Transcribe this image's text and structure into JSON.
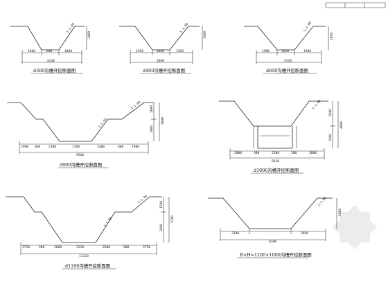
{
  "title_block": {
    "cell_1": "",
    "cell_2": "",
    "cell_3": ""
  },
  "sections": [
    {
      "id": "d300",
      "caption": "d300沟槽开挖断面图",
      "slope": "1:1.00",
      "depth": "1400",
      "bottom": "1800",
      "middle": "640",
      "right": "1800",
      "total": "4240"
    },
    {
      "id": "d400",
      "caption": "d400沟槽开挖断面图",
      "slope": "1:1.00",
      "depth": "1500",
      "bottom": "1920",
      "middle": "4880",
      "right": "1920",
      "total": "4880"
    },
    {
      "id": "d600",
      "caption": "d600沟槽开挖断面图",
      "slope": "1:1.00",
      "depth": "1950",
      "bottom": "1900",
      "middle": "1520",
      "right": "1900",
      "total": "5320"
    },
    {
      "id": "d800",
      "caption": "d800沟槽开挖断面图",
      "slope_upper": "1:1.00",
      "slope_lower": "1:1.50",
      "depth_upper": "1600",
      "depth_lower": "2000",
      "depth_total": "3600",
      "segments": [
        "1900",
        "800",
        "2300",
        "1760",
        "2400",
        "800",
        "1900"
      ],
      "total": "9560"
    },
    {
      "id": "d1000",
      "caption": "d1000沟槽开挖断面图",
      "slope": "1:1.00",
      "depth_upper": "2000",
      "depth_lower": "2000",
      "depth_total": "4000",
      "segments": [
        "2000",
        "300",
        "2100",
        "300",
        "2000"
      ],
      "total": "9630"
    },
    {
      "id": "d1100",
      "caption": "d1100沟槽开挖断面图",
      "slope_upper": "1:1.00",
      "slope_lower": "1:1.50",
      "depth_upper": "1700",
      "depth_lower": "3000",
      "depth_total": "4700",
      "segments": [
        "3750",
        "900",
        "2600",
        "2320",
        "2600",
        "900",
        "3750"
      ],
      "total": "13320"
    },
    {
      "id": "box",
      "caption": "B×H=1200×1000沟槽开挖断面图",
      "slope": "1:1.00",
      "depth": "1800",
      "segments": [
        "2300",
        "",
        "2800"
      ],
      "total": "8200"
    }
  ]
}
